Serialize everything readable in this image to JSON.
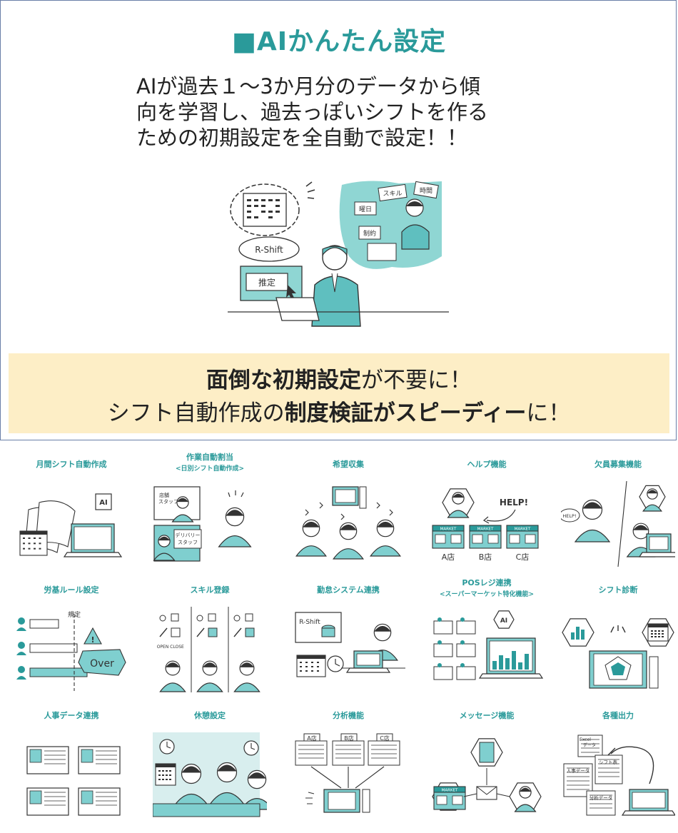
{
  "top": {
    "title": "■AIかんたん設定",
    "description_lines": [
      "AIが過去１～3か月分のデータから傾",
      "向を学習し、過去っぽいシフトを作る",
      "ための初期設定を全自動で設定！！"
    ],
    "hero": {
      "bubble_labels": [
        "スキル",
        "時間",
        "曜日",
        "制約"
      ],
      "app_label": "R-Shift",
      "button_label": "推定"
    },
    "banner": {
      "line1": {
        "bold": "面倒な初期設定",
        "rest": "が不要に！"
      },
      "line2": {
        "normal": "シフト自動作成の",
        "bold": "制度検証がスピーディー",
        "end": "に！"
      }
    }
  },
  "features": [
    {
      "label": "月間シフト自動作成",
      "icon": "monthly-shift-illustration",
      "texts": [
        "AI"
      ]
    },
    {
      "label": "作業自動割当",
      "sublabel": "<日別シフト自動作成>",
      "icon": "task-assign-illustration",
      "texts": [
        "店舗",
        "スタッフ",
        "デリバリー",
        "スタッフ"
      ]
    },
    {
      "label": "希望収集",
      "icon": "request-collect-illustration",
      "texts": []
    },
    {
      "label": "ヘルプ機能",
      "icon": "help-illustration",
      "texts": [
        "HELP!",
        "A店",
        "B店",
        "C店",
        "MARKET"
      ]
    },
    {
      "label": "欠員募集機能",
      "icon": "vacancy-illustration",
      "texts": [
        "HELP!"
      ]
    },
    {
      "label": "労基ルール設定",
      "icon": "labor-rule-illustration",
      "texts": [
        "規定",
        "Over"
      ]
    },
    {
      "label": "スキル登録",
      "icon": "skill-illustration",
      "texts": [
        "OPEN",
        "CLOSE"
      ]
    },
    {
      "label": "勤怠システム連携",
      "icon": "attendance-illustration",
      "texts": [
        "R-Shift"
      ]
    },
    {
      "label": "POSレジ連携",
      "sublabel": "<スーパーマーケット特化機能>",
      "icon": "pos-illustration",
      "texts": [
        "AI"
      ]
    },
    {
      "label": "シフト診断",
      "icon": "diagnosis-illustration",
      "texts": []
    },
    {
      "label": "人事データ連携",
      "icon": "hr-data-illustration",
      "texts": []
    },
    {
      "label": "休憩設定",
      "icon": "break-illustration",
      "texts": []
    },
    {
      "label": "分析機能",
      "icon": "analysis-illustration",
      "texts": [
        "A店",
        "B店",
        "C店"
      ]
    },
    {
      "label": "メッセージ機能",
      "icon": "message-illustration",
      "texts": [
        "MARKET"
      ]
    },
    {
      "label": "各種出力",
      "icon": "output-illustration",
      "texts": [
        "Excel",
        "データ",
        "人事データ",
        "シフト表",
        "分析データ"
      ]
    }
  ],
  "colors": {
    "accent": "#2a9a9a",
    "teal_fill": "#7fcfcf",
    "banner_bg": "#fdeec6",
    "border": "#6a7fa8"
  }
}
